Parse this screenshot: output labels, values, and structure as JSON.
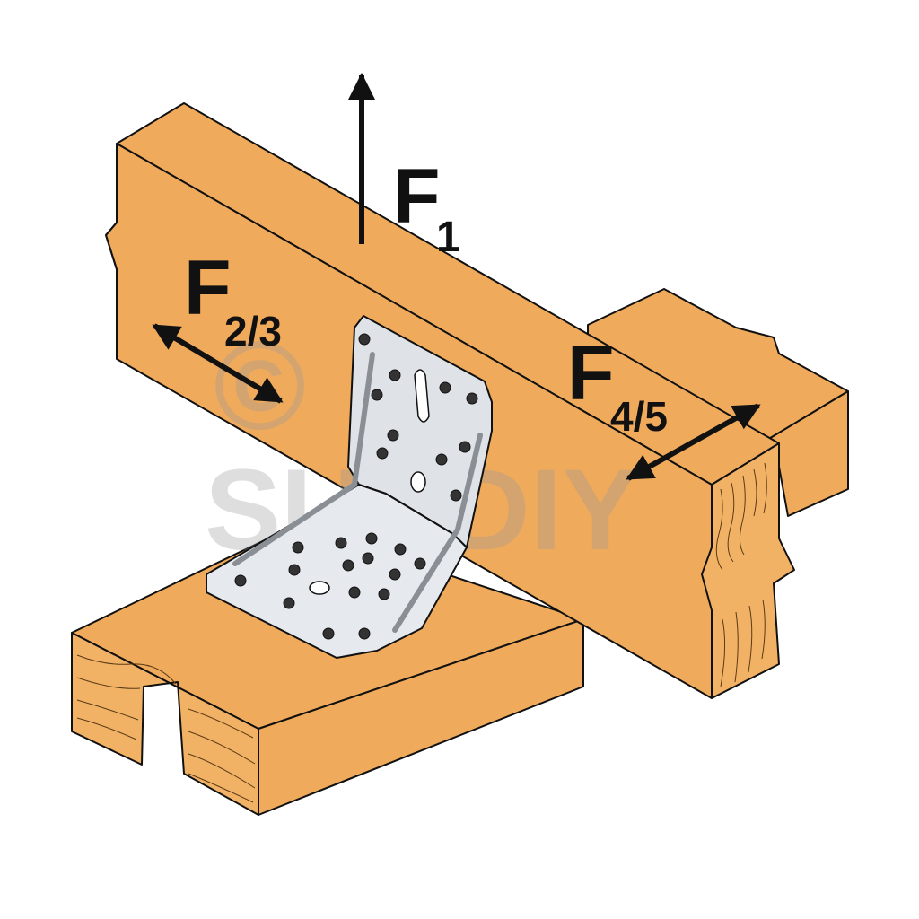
{
  "diagram": {
    "forces": [
      {
        "letter": "F",
        "subscript": "1",
        "direction": "vertical-up"
      },
      {
        "letter": "F",
        "subscript": "2/3",
        "direction": "lateral-bidirectional"
      },
      {
        "letter": "F",
        "subscript": "4/5",
        "direction": "axial-bidirectional"
      }
    ],
    "watermark": {
      "symbol": "©",
      "text": "SUNDIY"
    },
    "colors": {
      "wood_face": "#efaa5c",
      "wood_end": "#f2b266",
      "bracket": "#dfe3e8",
      "outline": "#111111",
      "watermark": "#bdbdbd"
    }
  }
}
